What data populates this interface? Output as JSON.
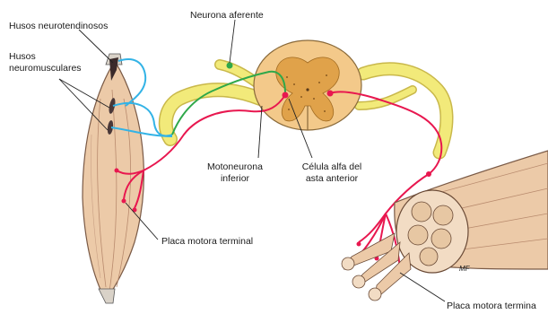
{
  "labels": {
    "husos_neurotendinosos": "Husos neurotendinosos",
    "husos_neuromusculares_1": "Husos",
    "husos_neuromusculares_2": "neuromusculares",
    "neurona_aferente": "Neurona aferente",
    "motoneurona_1": "Motoneurona",
    "motoneurona_2": "inferior",
    "celula_alfa_1": "Célula alfa del",
    "celula_alfa_2": "asta anterior",
    "placa_motora_1": "Placa motora terminal",
    "placa_motora_2": "Placa motora termina",
    "signature": "MF"
  },
  "colors": {
    "afferent": "#33b3e6",
    "sensory_root": "#2fa84a",
    "motor": "#e8174f",
    "nerve": "#f2ea7a",
    "nerve_edge": "#c9b84a",
    "spinal_cord": "#f3c98a",
    "grey_matter": "#e0a24a",
    "muscle": "#eccaa8",
    "muscle_edge": "#7a5a46",
    "leader": "#222222"
  }
}
